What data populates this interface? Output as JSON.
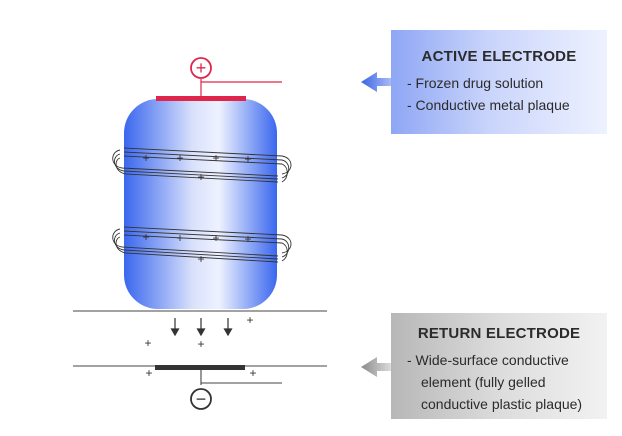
{
  "active": {
    "title": "ACTIVE ELECTRODE",
    "lines": [
      "- Frozen drug solution",
      "- Conductive metal plaque"
    ]
  },
  "return": {
    "title": "RETURN ELECTRODE",
    "lines": [
      "- Wide-surface conductive",
      "element (fully gelled",
      "conductive plastic plaque)"
    ]
  },
  "symbols": {
    "positive": "+",
    "negative": "−",
    "charge": "+"
  },
  "colors": {
    "positive_plate": "#e0254a",
    "negative_plate": "#333333",
    "body_blue": "#3f6df0",
    "active_box": "#8ea6f4",
    "return_box": "#b7b7b7"
  }
}
